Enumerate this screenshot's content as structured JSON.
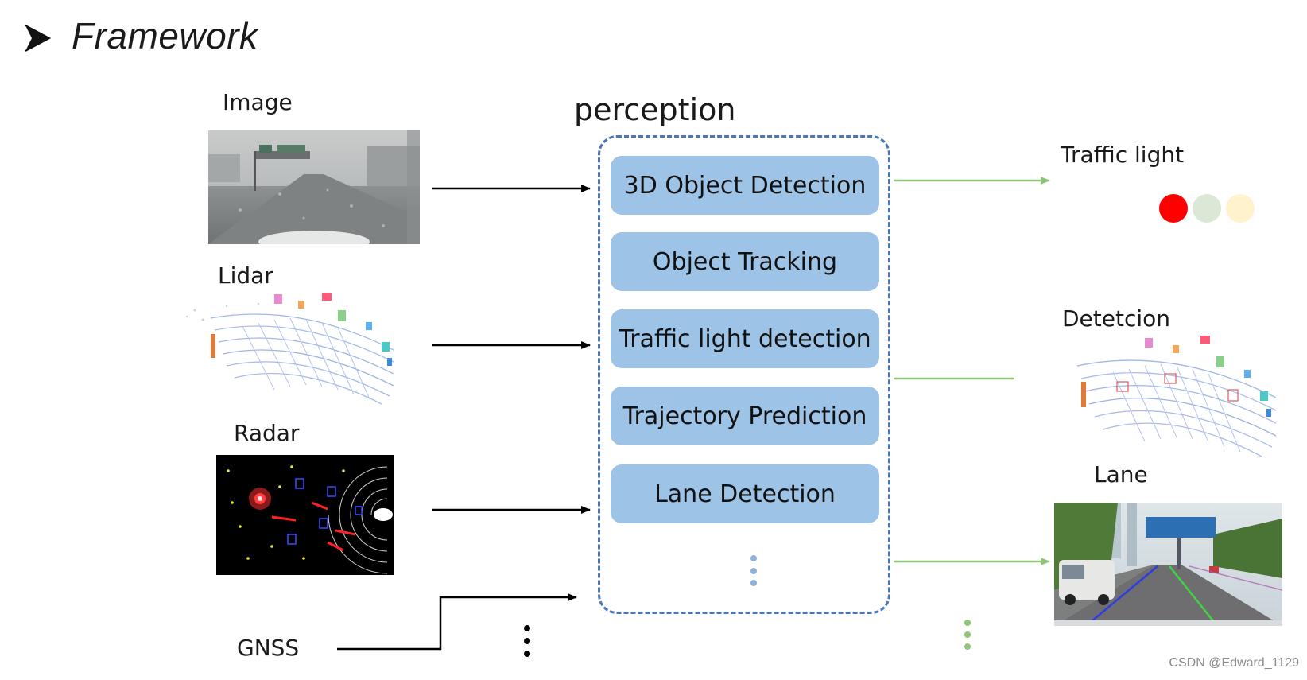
{
  "title": "Framework",
  "inputs": {
    "image": "Image",
    "lidar": "Lidar",
    "radar": "Radar",
    "gnss": "GNSS"
  },
  "perception": {
    "label": "perception",
    "modules": [
      "3D Object Detection",
      "Object Tracking",
      "Traffic light detection",
      "Trajectory Prediction",
      "Lane Detection"
    ]
  },
  "outputs": {
    "traffic_light": "Traffic light",
    "detection": "Detetcion",
    "lane": "Lane"
  },
  "traffic_light_colors": [
    "#ff0000",
    "#dbe8d5",
    "#fff2cc"
  ],
  "colors": {
    "module_fill": "#9dc3e6",
    "dashed_border": "#4a76b8",
    "output_arrow": "#8fc47a",
    "input_arrow": "#000000"
  },
  "watermark": "CSDN @Edward_1129"
}
